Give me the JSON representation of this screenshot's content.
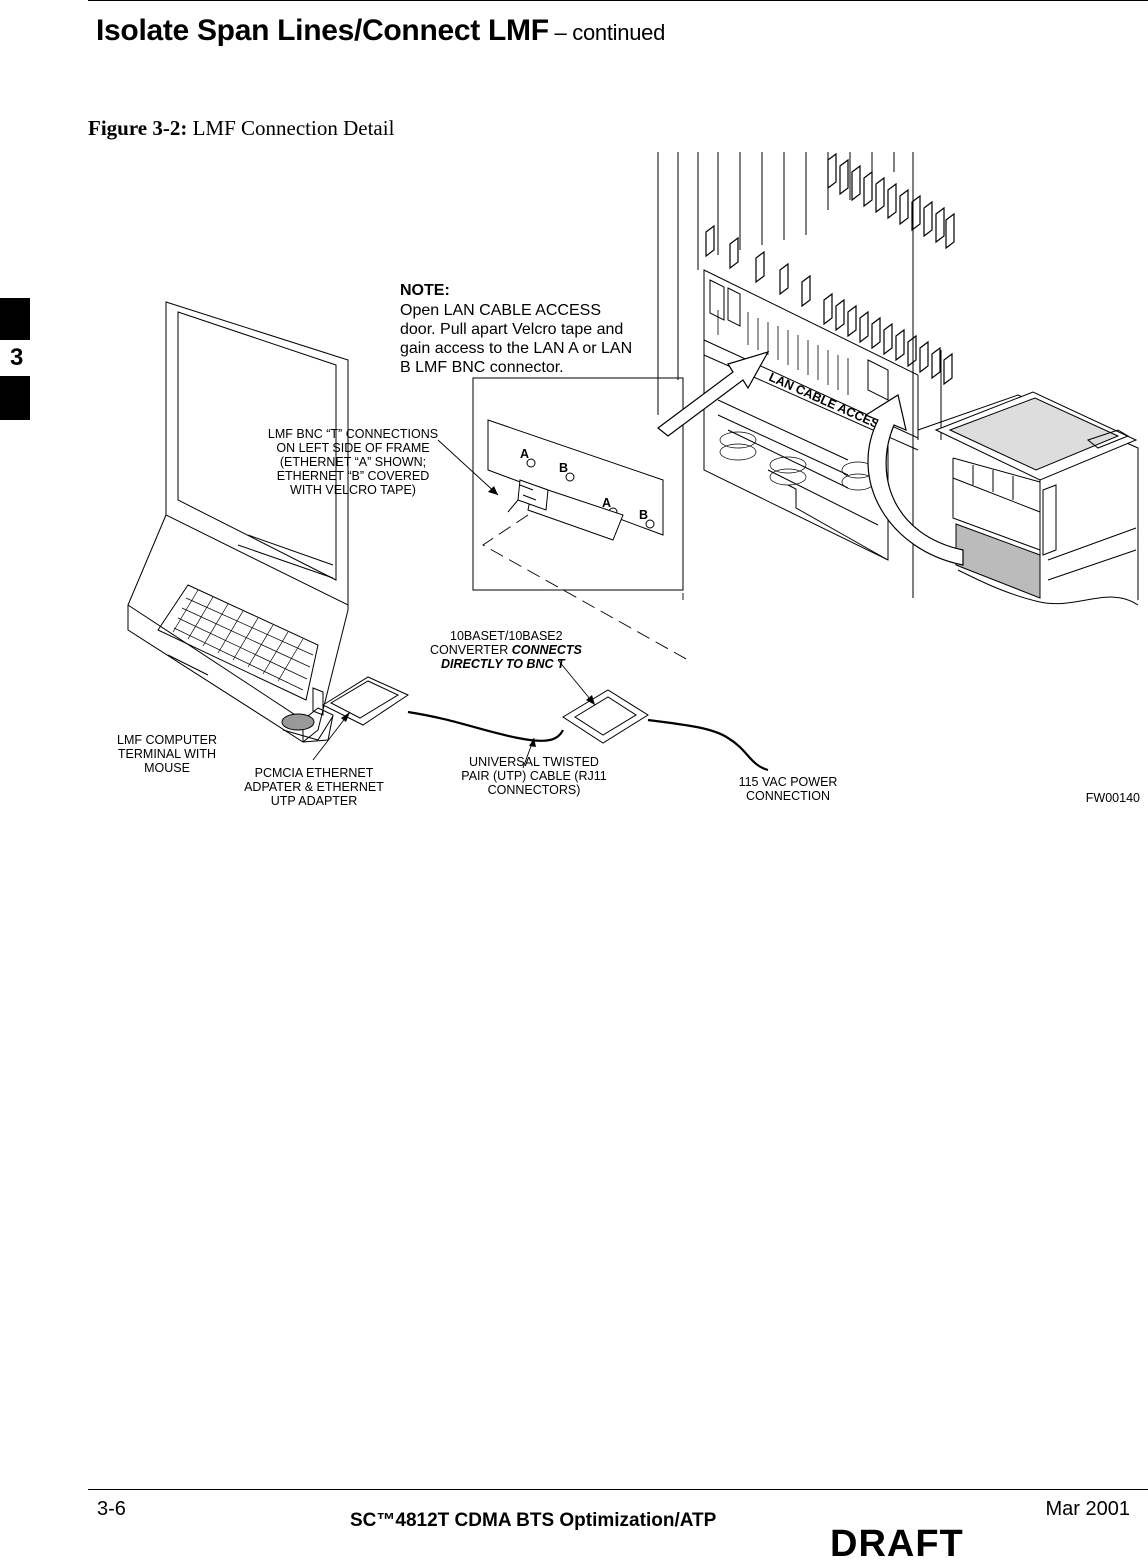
{
  "header": {
    "title": "Isolate Span Lines/Connect LMF",
    "continued": " – continued"
  },
  "chapter_tab": "3",
  "figure": {
    "caption_label": "Figure 3-2:",
    "caption_text": " LMF Connection Detail",
    "note_heading": "NOTE:",
    "note_lines": [
      "Open LAN CABLE ACCESS",
      "door. Pull apart Velcro tape and",
      "gain access to the LAN A or LAN",
      "B LMF BNC connector."
    ],
    "callouts": {
      "bnc_t": [
        "LMF BNC “T” CONNECTIONS",
        "ON LEFT SIDE OF FRAME",
        "(ETHERNET “A” SHOWN;",
        "ETHERNET “B” COVERED",
        "WITH VELCRO TAPE)"
      ],
      "converter_1": "10BASET/10BASE2",
      "converter_2a": "CONVERTER ",
      "converter_2b": "CONNECTS",
      "converter_3": "DIRECTLY TO BNC T",
      "terminal": [
        "LMF COMPUTER",
        "TERMINAL WITH",
        "MOUSE"
      ],
      "pcmcia": [
        "PCMCIA ETHERNET",
        "ADPATER & ETHERNET",
        "UTP ADAPTER"
      ],
      "utp": [
        "UNIVERSAL TWISTED",
        "PAIR (UTP) CABLE (RJ11",
        "CONNECTORS)"
      ],
      "power": [
        "115 VAC POWER",
        "CONNECTION"
      ],
      "figure_id": "FW00140",
      "panel_text": "LAN CABLE ACCESS",
      "connector_a": "A",
      "connector_b": "B"
    }
  },
  "footer": {
    "page": "3-6",
    "title": "SC™4812T CDMA BTS Optimization/ATP",
    "date": "Mar 2001",
    "watermark": "DRAFT"
  }
}
